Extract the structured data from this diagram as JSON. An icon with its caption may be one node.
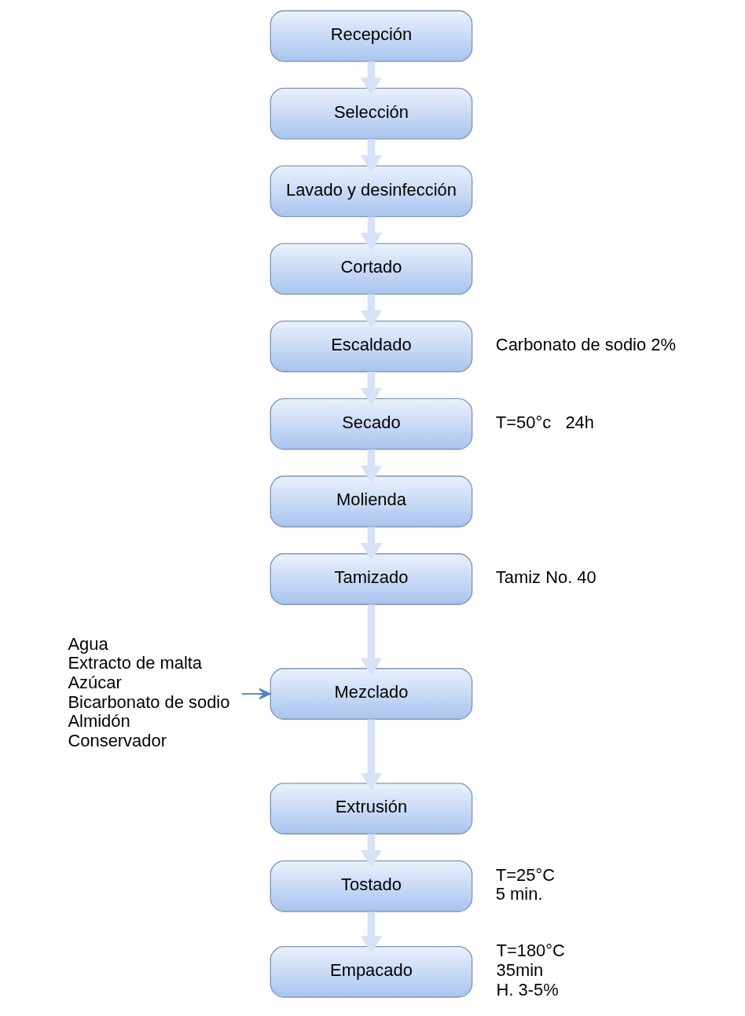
{
  "diagram": {
    "nodes": [
      {
        "text": [
          "Recepción"
        ]
      },
      {
        "text": [
          "Selección"
        ]
      },
      {
        "text": [
          "Lavado y desinfección"
        ]
      },
      {
        "text": [
          "Cortado"
        ]
      },
      {
        "text": [
          "Escaldado"
        ],
        "beside": [
          "Carbonato de sodio 2%"
        ]
      },
      {
        "text": [
          "Secado"
        ],
        "beside": [
          "T=50°c   24h"
        ]
      },
      {
        "text": [
          "Molienda"
        ]
      },
      {
        "text": [
          "Tamizado"
        ],
        "beside": [
          "Tamiz No. 40"
        ]
      },
      {
        "text": [
          "Mezclado"
        ]
      },
      {
        "text": [
          "Extrusión"
        ]
      },
      {
        "text": [
          "Tostado"
        ],
        "beside": [
          "T=25°C",
          "5 min."
        ]
      },
      {
        "text": [
          "Empacado"
        ],
        "beside": [
          "T=180°C",
          "35min",
          "H. 3-5%"
        ]
      },
      {
        "text": [
          "Agua",
          "Extracto de malta",
          "Azúcar",
          "Bicarbonato de sodio",
          "Almidón",
          "Conservador"
        ]
      }
    ],
    "edges": [
      {
        "from": 0,
        "to": 1,
        "arrow": "to"
      },
      {
        "from": 1,
        "to": 2,
        "arrow": "to"
      },
      {
        "from": 2,
        "to": 3,
        "arrow": "to"
      },
      {
        "from": 3,
        "to": 4,
        "arrow": "to"
      },
      {
        "from": 4,
        "to": 5,
        "arrow": "to"
      },
      {
        "from": 5,
        "to": 6,
        "arrow": "to"
      },
      {
        "from": 6,
        "to": 7,
        "arrow": "to"
      },
      {
        "from": 7,
        "to": 8,
        "arrow": "to"
      },
      {
        "from": 8,
        "to": 9,
        "arrow": "to"
      },
      {
        "from": 9,
        "to": 10,
        "arrow": "to"
      },
      {
        "from": 10,
        "to": 11,
        "arrow": "to"
      },
      {
        "from": 12,
        "to": 8,
        "arrow": "to",
        "color": "#4f81bd"
      }
    ]
  }
}
